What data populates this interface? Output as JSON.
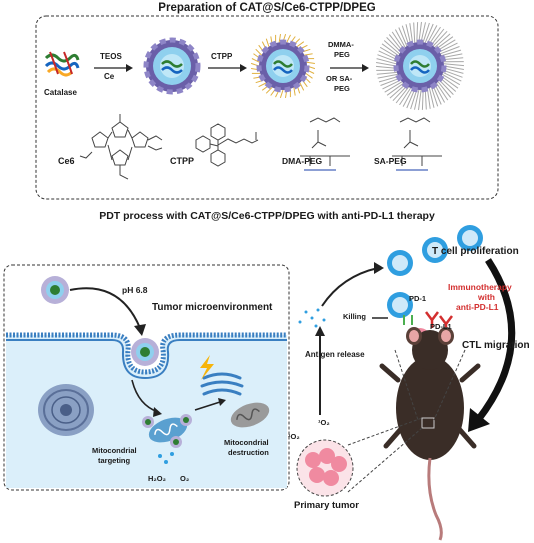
{
  "titles": {
    "top": "Preparation of CAT@S/Ce6-CTPP/DPEG",
    "middle": "PDT process with CAT@S/Ce6-CTPP/DPEG with anti-PD-L1 therapy"
  },
  "preparation": {
    "catalase": "Catalase",
    "step1_a": "TEOS",
    "step1_b": "Ce",
    "step2": "CTPP",
    "step3_a": "DMMA-",
    "step3_b": "PEG",
    "step3_c": "OR SA-",
    "step3_d": "PEG"
  },
  "structures": {
    "ce6": "Ce6",
    "ctpp": "CTPP",
    "dma_peg": "DMA-PEG",
    "sa_peg": "SA-PEG"
  },
  "pdt": {
    "ph": "pH 6.8",
    "tumor_env": "Tumor microenvironment",
    "mito_targeting_1": "Mitocondrial",
    "mito_targeting_2": "targeting",
    "mito_destruction_1": "Mitocondrial",
    "mito_destruction_2": "destruction",
    "h2o2": "H₂O₂",
    "o2": "O₂",
    "singlet_1": "¹O₂",
    "singlet_2": "¹O₂",
    "antigen_release": "Antigen release",
    "killing": "Killing",
    "pd1": "PD-1",
    "pdl1": "PD-L1",
    "immuno_1": "Immunotherapy",
    "immuno_2": "with",
    "immuno_3": "anti-PD-L1",
    "t_cell": "T cell proliferation",
    "ctl": "CTL migration",
    "primary_tumor": "Primary tumor"
  },
  "colors": {
    "nanoparticle_core": "#6fb7df",
    "nanoparticle_ring": "#6a5fa8",
    "tcell": "#2f9ee0",
    "immuno_red": "#d32f2f",
    "membrane": "#3a7fc1",
    "tumor_pink": "#f08aa0"
  }
}
